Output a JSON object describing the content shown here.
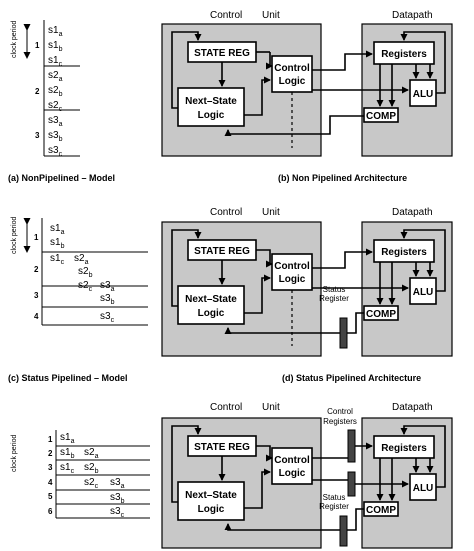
{
  "labels": {
    "control": "Control",
    "unit": "Unit",
    "datapath": "Datapath",
    "state_reg": "STATE REG",
    "control_logic_1": "Control",
    "control_logic_2": "Logic",
    "next_state_1": "Next–State",
    "next_state_2": "Logic",
    "registers": "Registers",
    "alu": "ALU",
    "comp": "COMP",
    "status_register_1": "Status",
    "status_register_2": "Register",
    "control_registers_1": "Control",
    "control_registers_2": "Registers",
    "clock_period": "clock period"
  },
  "captions": {
    "a": "(a)  NonPipelined – Model",
    "b": "(b)  Non Pipelined Architecture",
    "c": "(c)  Status Pipelined  – Model",
    "d": "(d) Status Pipelined  Architecture"
  },
  "model_a": {
    "periods": [
      "1",
      "2",
      "3"
    ],
    "states": [
      {
        "s": "s1",
        "p": "a"
      },
      {
        "s": "s1",
        "p": "b"
      },
      {
        "s": "s1",
        "p": "c"
      },
      {
        "s": "s2",
        "p": "a"
      },
      {
        "s": "s2",
        "p": "b"
      },
      {
        "s": "s2",
        "p": "c"
      },
      {
        "s": "s3",
        "p": "a"
      },
      {
        "s": "s3",
        "p": "b"
      },
      {
        "s": "s3",
        "p": "c"
      }
    ]
  },
  "model_c": {
    "periods": [
      "1",
      "2",
      "3",
      "4"
    ],
    "states": [
      {
        "s": "s1",
        "p": "a"
      },
      {
        "s": "s1",
        "p": "b"
      },
      {
        "s": "s1",
        "p": "c"
      },
      {
        "s": "s2",
        "p": "a"
      },
      {
        "s": "s2",
        "p": "b"
      },
      {
        "s": "s2",
        "p": "c"
      },
      {
        "s": "s3",
        "p": "a"
      },
      {
        "s": "s3",
        "p": "b"
      },
      {
        "s": "s3",
        "p": "c"
      }
    ]
  },
  "model_e": {
    "periods": [
      "1",
      "2",
      "3",
      "4",
      "5",
      "6"
    ],
    "states": [
      {
        "s": "s1",
        "p": "a"
      },
      {
        "s": "s1",
        "p": "b"
      },
      {
        "s": "s1",
        "p": "c"
      },
      {
        "s": "s2",
        "p": "a"
      },
      {
        "s": "s2",
        "p": "b"
      },
      {
        "s": "s2",
        "p": "c"
      },
      {
        "s": "s3",
        "p": "a"
      },
      {
        "s": "s3",
        "p": "b"
      },
      {
        "s": "s3",
        "p": "c"
      }
    ]
  }
}
